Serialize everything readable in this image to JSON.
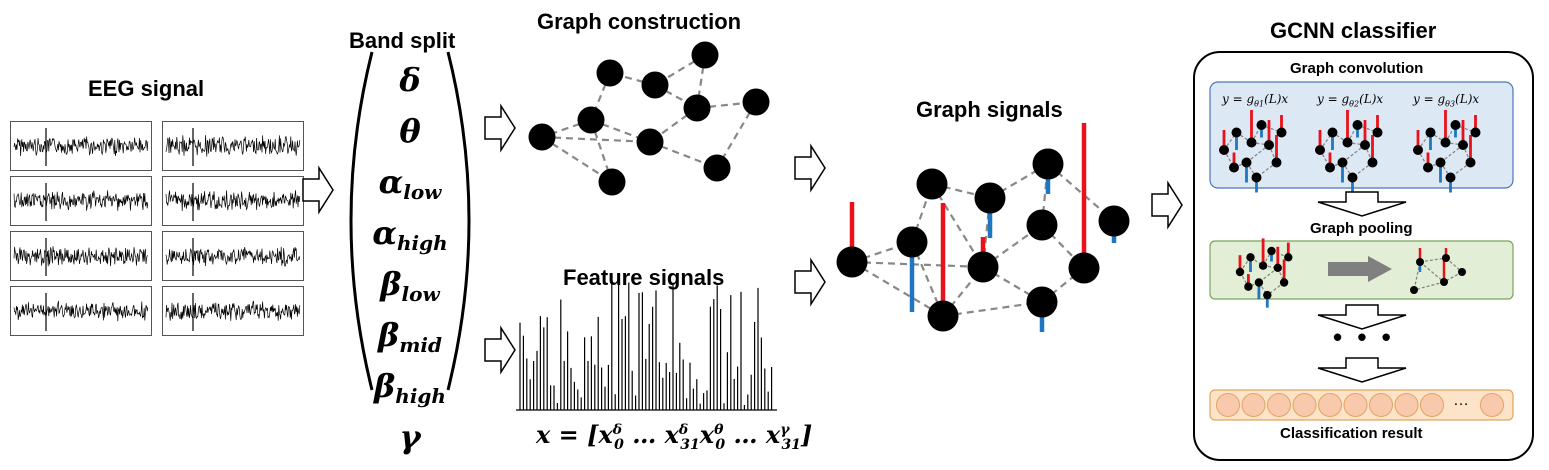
{
  "eeg": {
    "title": "EEG signal",
    "panel_count": 8
  },
  "band_split": {
    "title": "Band split",
    "bands": [
      {
        "sym": "δ",
        "sub": ""
      },
      {
        "sym": "θ",
        "sub": ""
      },
      {
        "sym": "α",
        "sub": "low"
      },
      {
        "sym": "α",
        "sub": "high"
      },
      {
        "sym": "β",
        "sub": "low"
      },
      {
        "sym": "β",
        "sub": "mid"
      },
      {
        "sym": "β",
        "sub": "high"
      },
      {
        "sym": "γ",
        "sub": ""
      }
    ]
  },
  "graph_construction": {
    "title": "Graph construction"
  },
  "feature_signals": {
    "title": "Feature signals",
    "formula": {
      "lhs": "x = [",
      "t1": "x",
      "t1_sub": "0",
      "t1_sup": "δ",
      "dots1": " … ",
      "t2": "x",
      "t2_sub": "31",
      "t2_sup": "δ",
      "t3": "x",
      "t3_sub": "0",
      "t3_sup": "θ",
      "dots2": " … ",
      "t4": "x",
      "t4_sub": "31",
      "t4_sup": "γ",
      "rhs": "]"
    }
  },
  "graph_signals": {
    "title": "Graph signals"
  },
  "gcnn": {
    "title": "GCNN classifier",
    "convolution": {
      "title": "Graph convolution",
      "formulas": [
        {
          "pre": "y = g",
          "theta": "θ",
          "idx": "1",
          "post": "(L)x"
        },
        {
          "pre": "y = g",
          "theta": "θ",
          "idx": "2",
          "post": "(L)x"
        },
        {
          "pre": "y = g",
          "theta": "θ",
          "idx": "3",
          "post": "(L)x"
        }
      ]
    },
    "pooling": {
      "title": "Graph pooling"
    },
    "ellipsis": "• • •",
    "result": {
      "title": "Classification result",
      "trailing": "…"
    }
  },
  "colors": {
    "positive": "#e8121b",
    "negative": "#1f77c4",
    "edge": "#888888",
    "conv_fill": "#dde8f5",
    "conv_border": "#4a76b8",
    "pool_fill": "#e2efd6",
    "pool_border": "#7aa35c",
    "result_fill": "#fde4c8",
    "result_border": "#e0a460",
    "result_cell": "#f9c9ad"
  }
}
